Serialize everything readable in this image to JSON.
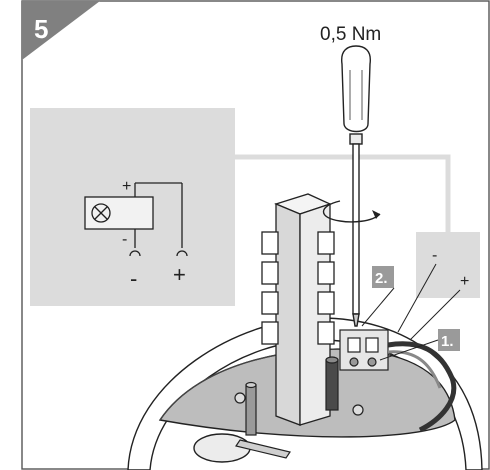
{
  "step": {
    "number": "5",
    "badge_color": "#808080"
  },
  "torque": {
    "label": "0,5 Nm"
  },
  "schematic": {
    "plus_top": "+",
    "minus_mid": "-",
    "minus_bottom": "-",
    "plus_bottom": "+",
    "panel_color": "#dcdcdc"
  },
  "callouts": {
    "step1": "1.",
    "step2": "2.",
    "wire_minus": "-",
    "wire_plus": "+",
    "tag_color": "#9a9a9a"
  },
  "icons": [
    "screwdriver-icon",
    "rotation-arrow-icon",
    "lamp-symbol-icon",
    "terminal-block-icon"
  ]
}
